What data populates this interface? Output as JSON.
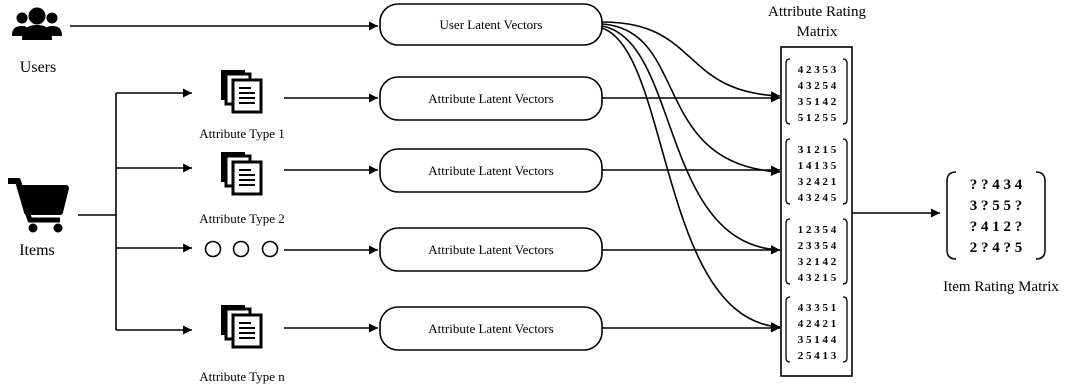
{
  "users": {
    "label": "Users"
  },
  "items": {
    "label": "Items"
  },
  "user_latent": {
    "label": "User Latent Vectors"
  },
  "attribute_latent_label": "Attribute Latent Vectors",
  "attribute_types": [
    {
      "label": "Attribute Type 1"
    },
    {
      "label": "Attribute Type 2"
    },
    {
      "label": "Attribute Type n"
    }
  ],
  "attribute_matrix": {
    "title_line1": "Attribute Rating",
    "title_line2": "Matrix",
    "blocks": [
      [
        "4 2 3 5 3",
        "4 3 2 5 4",
        "3 5 1 4 2",
        "5 1 2 5 5"
      ],
      [
        "3 1 2 1 5",
        "1 4 1 3 5",
        "3 2 4 2 1",
        "4 3 2 4 5"
      ],
      [
        "1 2 3 5 4",
        "2 3 3 5 4",
        "3 2 1 4 2",
        "4 3 2 1 5"
      ],
      [
        "4 3 3 5 1",
        "4 2 4 2 1",
        "3 5 1 4 4",
        "2 5 4 1 3"
      ]
    ]
  },
  "item_matrix": {
    "label": "Item Rating Matrix",
    "rows": [
      "? ? 4 3 4",
      "3 ? 5 5 ?",
      "? 4 1 2 ?",
      "2 ? 4 ? 5"
    ]
  }
}
